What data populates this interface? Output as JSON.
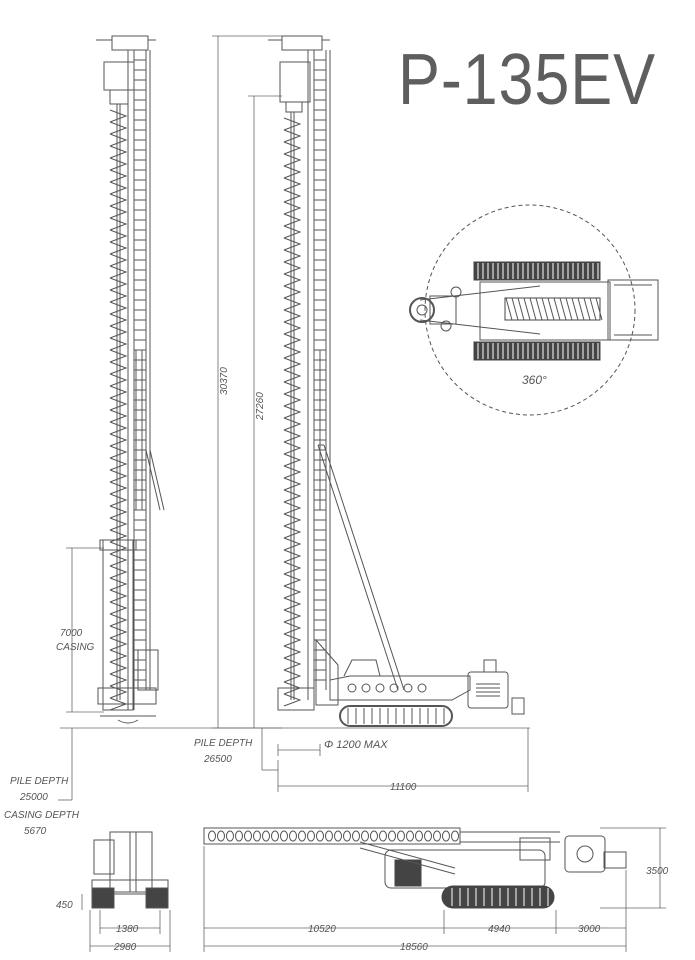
{
  "title": "P-135EV",
  "rotation_label": "360°",
  "labels": {
    "height_total": "30370",
    "height_mast": "27260",
    "casing_len": "7000",
    "casing": "CASING",
    "pile_depth_right": "PILE DEPTH",
    "pile_depth_right_value": "26500",
    "diameter": "Φ 1200 MAX",
    "pile_depth_left": "PILE DEPTH",
    "pile_depth_left_value": "25000",
    "casing_depth": "CASING DEPTH",
    "casing_depth_value": "5670",
    "reach": "11100",
    "transport_height": "3500",
    "clearance": "450",
    "track_gauge": "1380",
    "width": "2980",
    "len_a": "10520",
    "len_b": "4940",
    "len_c": "3000",
    "len_total": "18560"
  },
  "colors": {
    "line": "#555555",
    "title": "#5e5e5e",
    "track": "#444444"
  }
}
